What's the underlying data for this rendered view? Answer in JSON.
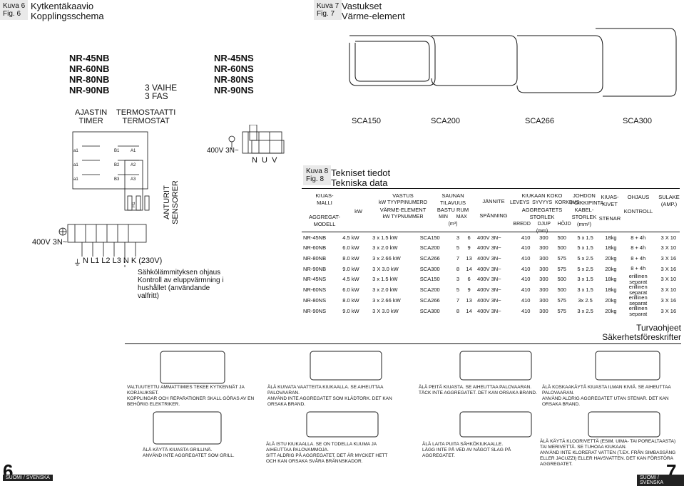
{
  "left_page": {
    "figure_tag": "Kuva 6\nFig. 6",
    "title1": "Kytkentäkaavio",
    "title2": "Kopplingsschema",
    "models_left": "NR-45NB\nNR-60NB\nNR-80NB\nNR-90NB",
    "phase": "3 VAIHE\n3 FAS",
    "models_right": "NR-45NS\nNR-60NS\nNR-80NS\nNR-90NS",
    "timer_label": "AJASTIN\nTIMER",
    "thermostat_label": "TERMOSTAATTI\nTERMOSTAT",
    "voltage_top": "400V 3N~",
    "voltage_left": "400V 3N~",
    "nuv": "N  U  V",
    "sensors": "ANTURIT\nSENSORER",
    "terminals": "N L1 L2 L3 N K (230V)",
    "note": "Sähkölämmityksen ohjaus\nKontroll av eluppvärmning i\nhushållet (användande\nvalfritt)",
    "page_number": "6",
    "lang_tag": "SUOMI / SVENSKA",
    "warn1": "VALTUUTETTU AMMATTIMIES TEKEE KYTKENNÄT JA KORJAUKSET.\nKOPPLINGAR OCH REPARATIONER SKALL GÖRAS AV EN BEHÖRIG ELEKTRIKER.",
    "warn2": "ÄLÄ KUIVATA VAATTEITA KIUKAALLA. SE AIHEUTTAA PALOVAARAN.\nANVÄND INTE AGGREGATET SOM KLÄDTORK. DET KAN ORSAKA BRAND.",
    "warn3": "ÄLÄ KÄYTÄ KIUASTA GRILLINÄ.\nANVÄND INTE AGGREGATET SOM GRILL.",
    "warn4": "ÄLÄ ISTU KIUKAALLA. SE ON TODELLA KUUMA JA AIHEUTTAA PALOVAMMOJA.\nSITT ALDRIG PÅ AGGREGATET, DET ÄR MYCKET HETT OCH KAN ORSAKA SVÅRA BRÄNNSKADOR."
  },
  "right_page": {
    "figure_tag": "Kuva 7\nFig. 7",
    "title1": "Vastukset",
    "title2": "Värme-element",
    "elements": [
      "SCA150",
      "SCA200",
      "SCA266",
      "SCA300"
    ],
    "fig8_tag": "Kuva 8\nFig. 8",
    "tech_title1": "Tekniset tiedot",
    "tech_title2": "Tekniska data",
    "headers": {
      "model": "KIUAS-\nMALLI\n\nAGGREGAT-\nMODELL",
      "kw": "kW",
      "vastus": "VASTUS",
      "vastus_sub": "kW    TYYPPINUMERO",
      "varme": "VÄRME-ELEMENT",
      "varme_sub": "kW          TYPNUMMER",
      "sauna": "SAUNAN\nTILAVUUS",
      "bastu": "BASTU RUM",
      "minmax": "MIN      MAX",
      "m3": "(m³)",
      "jannite": "JÄNNITE\n\nSPÄNNING",
      "kiukaan": "KIUKAAN KOKO",
      "sizes_fi": "LEVEYS  SYVYYS  KORKEUS",
      "johdon": "JOHDON\nPOIKKIPINTA",
      "aggregat": "AGGREGATETS STORLEK",
      "sizes_sv": "BREDD     DJUP     HÖJD",
      "mm": "(mm)",
      "kabel": "KABEL-\nSTORLEK",
      "mm2": "(mm²)",
      "stones": "KIUAS-\nKIVET\n\nSTENAR",
      "control": "OHJAUS\n\nKONTROLL",
      "fuse": "SULAKE\n(AMP.)"
    },
    "rows": [
      [
        "NR-45NB",
        "4.5 kW",
        "3 x 1.5 kW",
        "SCA150",
        "3",
        "6",
        "400V 3N~",
        "410",
        "300",
        "500",
        "5 x 1.5",
        "18kg",
        "8 + 4h",
        "3 X 10"
      ],
      [
        "NR-60NB",
        "6.0 kW",
        "3 x 2.0 kW",
        "SCA200",
        "5",
        "9",
        "400V 3N~",
        "410",
        "300",
        "500",
        "5 x 1.5",
        "18kg",
        "8 + 4h",
        "3 X 10"
      ],
      [
        "NR-80NB",
        "8.0 kW",
        "3 x 2.66 kW",
        "SCA266",
        "7",
        "13",
        "400V 3N~",
        "410",
        "300",
        "575",
        "5 x 2.5",
        "20kg",
        "8 + 4h",
        "3 X 16"
      ],
      [
        "NR-90NB",
        "9.0 kW",
        "3 X 3.0 kW",
        "SCA300",
        "8",
        "14",
        "400V 3N~",
        "410",
        "300",
        "575",
        "5 x 2.5",
        "20kg",
        "8 + 4h",
        "3 X 16"
      ],
      [
        "NR-45NS",
        "4.5 kW",
        "3 x 1.5 kW",
        "SCA150",
        "3",
        "6",
        "400V 3N~",
        "410",
        "300",
        "500",
        "3 x 1.5",
        "18kg",
        "erillinen\nseparat",
        "3 X 10"
      ],
      [
        "NR-60NS",
        "6.0 kW",
        "3 x 2.0 kW",
        "SCA200",
        "5",
        "9",
        "400V 3N~",
        "410",
        "300",
        "500",
        "3 x 1.5",
        "18kg",
        "erillinen\nseparat",
        "3 X 10"
      ],
      [
        "NR-80NS",
        "8.0 kW",
        "3 x 2.66 kW",
        "SCA266",
        "7",
        "13",
        "400V 3N~",
        "410",
        "300",
        "575",
        "3x 2.5",
        "20kg",
        "erillinen\nseparat",
        "3 X 16"
      ],
      [
        "NR-90NS",
        "9.0 kW",
        "3 X 3.0 kW",
        "SCA300",
        "8",
        "14",
        "400V 3N~",
        "410",
        "300",
        "575",
        "3 x 2.5",
        "20kg",
        "erillinen\nseparat",
        "3 X 16"
      ]
    ],
    "safety1": "Turvaohjeet",
    "safety2": "Säkerhetsföreskrifter",
    "warn5": "ÄLÄ PEITÄ KIUASTA. SE AIHEUTTAA PALOVAARAN.\nTÄCK INTE AGGREGATET. DET KAN ORSAKA BRAND.",
    "warn6": "ÄLÄ KOSKAAKÄYTÄ KIUASTA ILMAN KIVIÄ. SE AIHEUTTAA PALOVAARAN.\nANVÄND ALDRIG AGGREGATET UTAN STENAR. DET KAN ORSAKA BRAND.",
    "warn7": "ÄLÄ LAITA PUITA SÄHKÖKIUKAALLE.\nLÄGG INTE PÅ VED AV NÅGOT SLAG PÅ AGGREGATET.",
    "warn8": "ÄLÄ KÄYTÄ KLOORIVETTÄ (ESIM. UIMA- TAI POREALTAASTA) TAI MERIVETTÄ. SE TUHOAA KIUKAAN.\nANVÄND INTE KLORERAT VATTEN (T.EX. FRÅN SIMBASSÄNG ELLER JACUZZI) ELLER HAVSVATTEN. DET KAN FÖRSTÖRA AGGREGATET.",
    "page_number": "7",
    "lang_tag": "SUOMI / SVENSKA"
  }
}
